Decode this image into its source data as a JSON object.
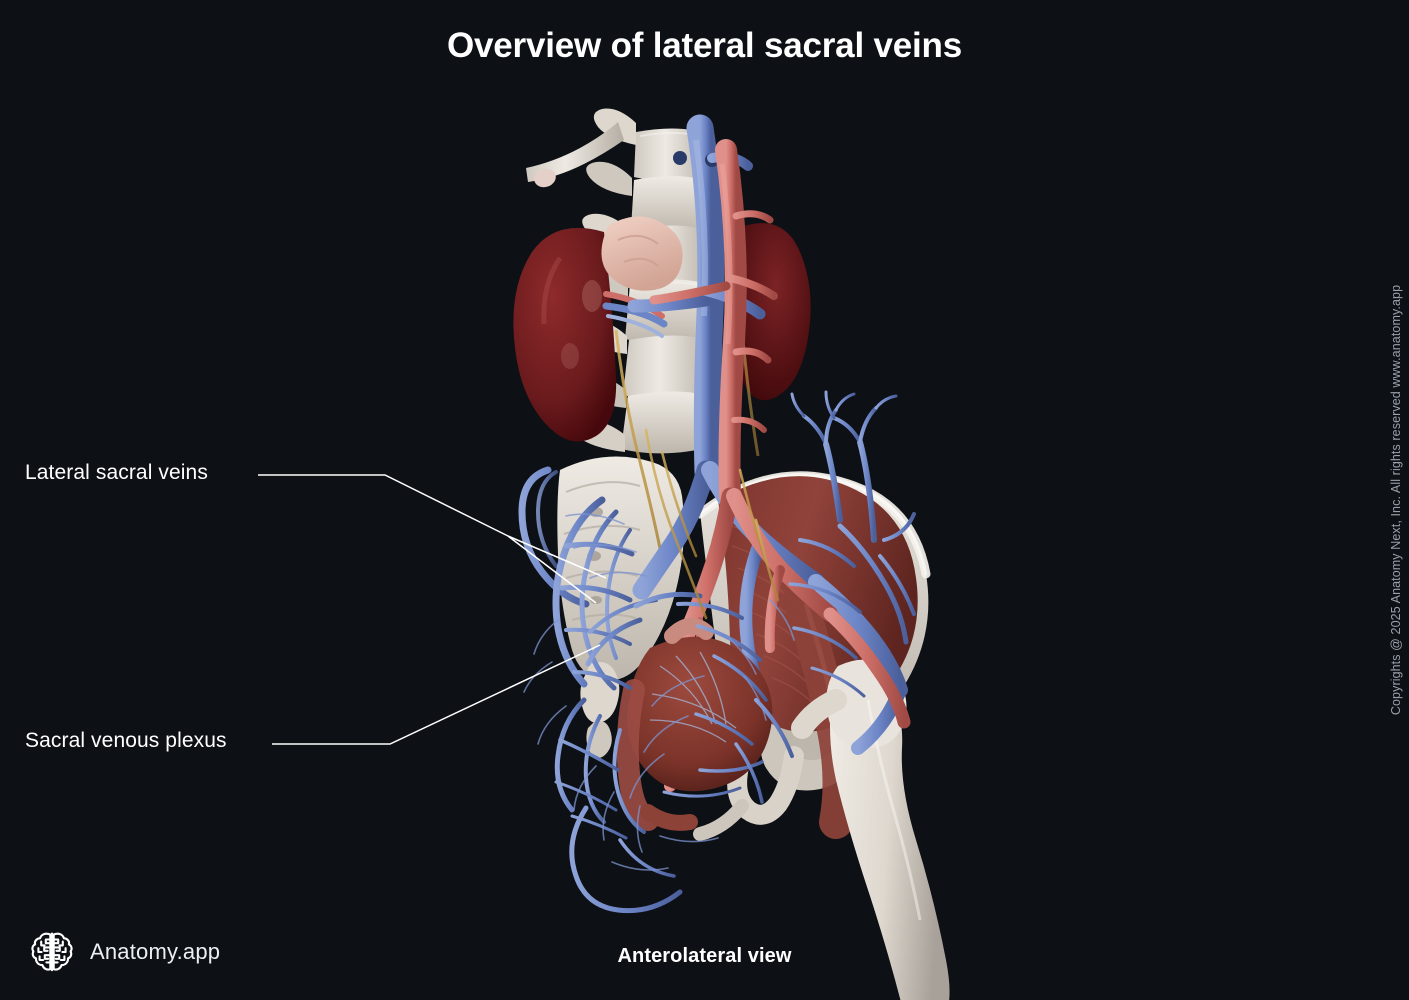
{
  "plate": {
    "title": "Overview of lateral sacral veins",
    "caption": "Anterolateral view",
    "background_color": "#0d1015"
  },
  "labels": [
    {
      "id": "lateral-sacral-veins",
      "text": "Lateral sacral veins"
    },
    {
      "id": "sacral-venous-plexus",
      "text": "Sacral venous plexus"
    }
  ],
  "brand": {
    "name": "Anatomy.app",
    "icon": "brain-icon"
  },
  "footer": {
    "copyright": "Copyrights @ 2025 Anatomy Next, Inc. All rights reserved www.anatomy.app"
  },
  "palette": {
    "bone": "#e8e4dd",
    "bone_shadow": "#b9b3aa",
    "vein_blue": "#6f88c6",
    "vein_blue_light": "#9fb2dd",
    "artery_red": "#d4736c",
    "artery_red_dark": "#b2534e",
    "kidney": "#6e1d1f",
    "adrenal": "#e8c3b6",
    "muscle": "#8a3b33",
    "muscle_dark": "#6b2b25",
    "leader_line": "#ffffff"
  }
}
